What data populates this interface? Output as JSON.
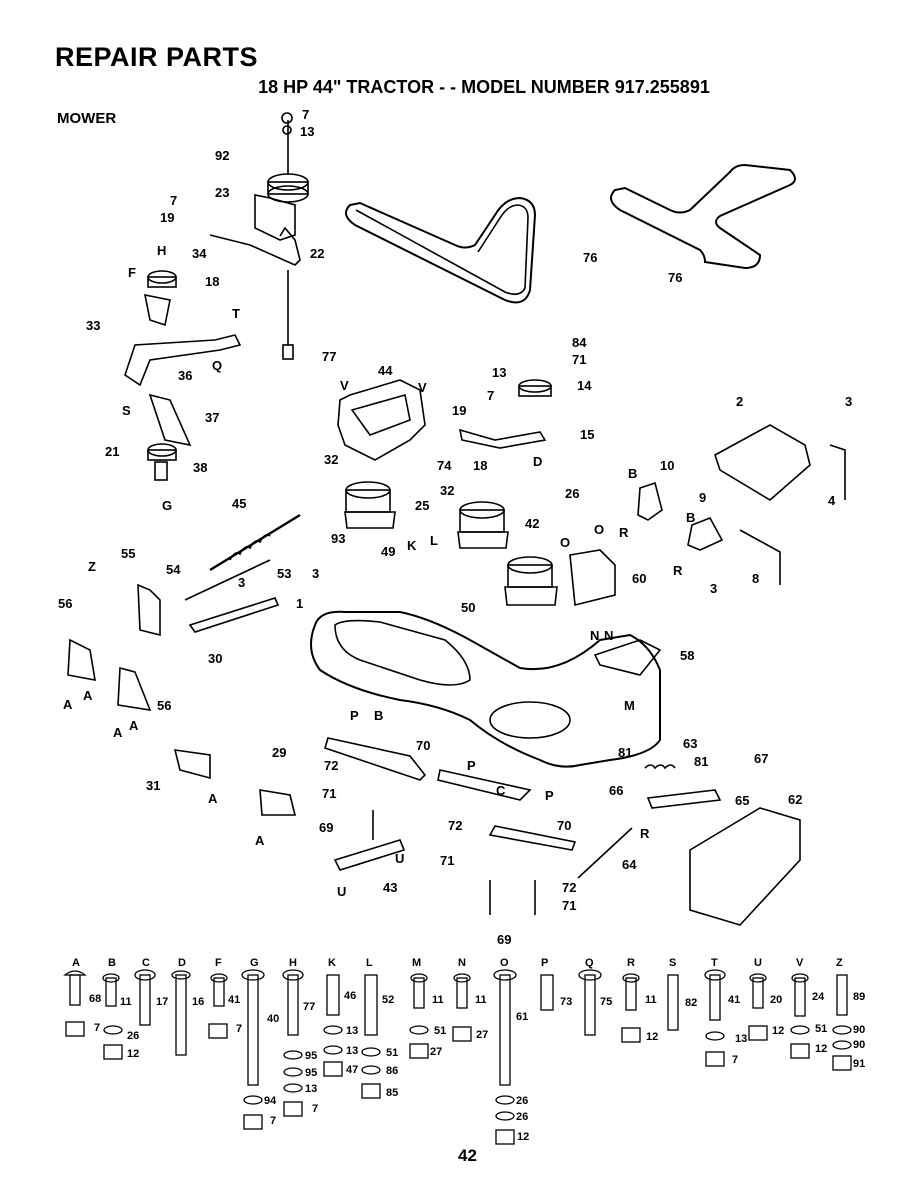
{
  "header": {
    "title": "REPAIR PARTS",
    "subtitle": "18 HP 44\" TRACTOR - - MODEL NUMBER 917.255891",
    "section": "MOWER"
  },
  "page_number": "42",
  "callouts": [
    "7",
    "13",
    "92",
    "23",
    "7",
    "19",
    "22",
    "H",
    "34",
    "F",
    "18",
    "33",
    "T",
    "Q",
    "36",
    "S",
    "77",
    "37",
    "21",
    "38",
    "G",
    "44",
    "V",
    "V",
    "76",
    "76",
    "84",
    "71",
    "13",
    "14",
    "7",
    "19",
    "15",
    "74",
    "18",
    "D",
    "2",
    "3",
    "4",
    "32",
    "25",
    "32",
    "26",
    "42",
    "B",
    "10",
    "9",
    "B",
    "R",
    "R",
    "3",
    "8",
    "45",
    "93",
    "55",
    "54",
    "Z",
    "53",
    "3",
    "3",
    "49",
    "K",
    "L",
    "50",
    "O",
    "O",
    "60",
    "56",
    "1",
    "30",
    "A",
    "A",
    "56",
    "A",
    "A",
    "N",
    "N",
    "58",
    "M",
    "P",
    "B",
    "31",
    "29",
    "A",
    "A",
    "70",
    "72",
    "71",
    "69",
    "P",
    "C",
    "P",
    "81",
    "63",
    "81",
    "67",
    "66",
    "65",
    "62",
    "72",
    "70",
    "71",
    "72",
    "71",
    "U",
    "U",
    "43",
    "R",
    "64",
    "69"
  ],
  "hardware_legend": [
    {
      "letter": "A",
      "items": [
        "68",
        "7",
        "26",
        "12"
      ]
    },
    {
      "letter": "B",
      "items": [
        "11"
      ]
    },
    {
      "letter": "C",
      "items": [
        "17"
      ]
    },
    {
      "letter": "D",
      "items": [
        "16"
      ]
    },
    {
      "letter": "F",
      "items": [
        "41",
        "7"
      ]
    },
    {
      "letter": "G",
      "items": [
        "40",
        "94",
        "7"
      ]
    },
    {
      "letter": "H",
      "items": [
        "77",
        "95",
        "95",
        "13",
        "7"
      ]
    },
    {
      "letter": "K",
      "items": [
        "46",
        "13",
        "13",
        "47"
      ]
    },
    {
      "letter": "L",
      "items": [
        "52",
        "51",
        "86",
        "85"
      ]
    },
    {
      "letter": "M",
      "items": [
        "11",
        "51",
        "27"
      ]
    },
    {
      "letter": "N",
      "items": [
        "11",
        "27"
      ]
    },
    {
      "letter": "O",
      "items": [
        "61",
        "26",
        "26",
        "12"
      ]
    },
    {
      "letter": "P",
      "items": [
        "73"
      ]
    },
    {
      "letter": "Q",
      "items": [
        "75"
      ]
    },
    {
      "letter": "R",
      "items": [
        "11",
        "12"
      ]
    },
    {
      "letter": "S",
      "items": [
        "82"
      ]
    },
    {
      "letter": "T",
      "items": [
        "41",
        "13",
        "7"
      ]
    },
    {
      "letter": "U",
      "items": [
        "20",
        "12"
      ]
    },
    {
      "letter": "V",
      "items": [
        "24",
        "51",
        "12"
      ]
    },
    {
      "letter": "Z",
      "items": [
        "89",
        "90",
        "90",
        "91"
      ]
    }
  ]
}
